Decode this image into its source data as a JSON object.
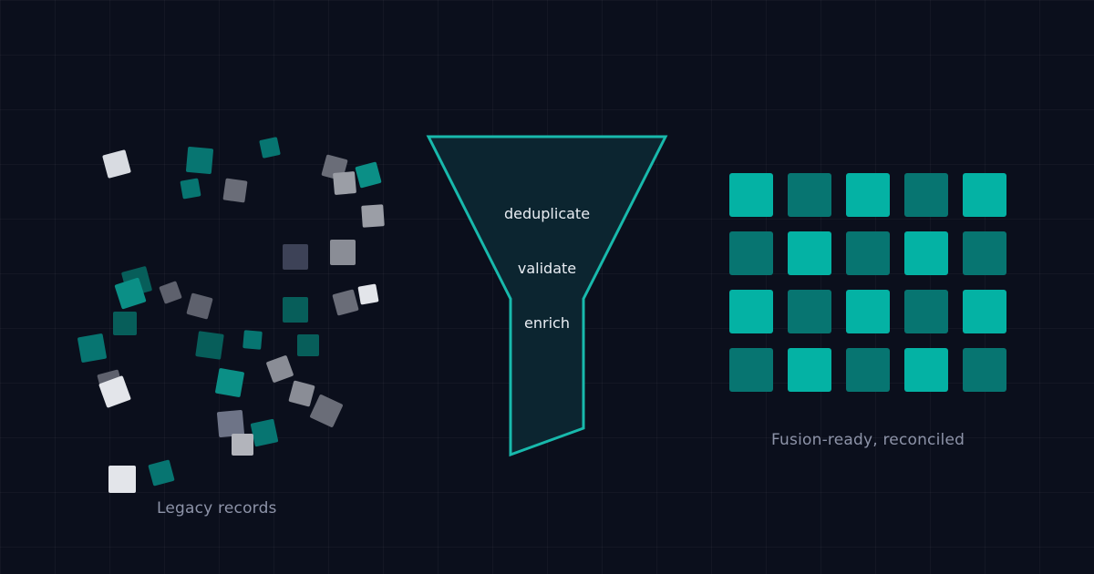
{
  "stages": {
    "left_label": "Legacy records",
    "right_label": "Fusion-ready, reconciled"
  },
  "funnel": {
    "steps": [
      "deduplicate",
      "validate",
      "enrich"
    ]
  },
  "colors": {
    "background": "#0b0f1c",
    "accent_bright": "#04b2a4",
    "accent_dark": "#077571",
    "funnel_stroke": "#18b9ac",
    "funnel_fill": "#0c2530",
    "caption": "#8d93a8",
    "step_text": "#e9edf3"
  },
  "grid": {
    "rows": 4,
    "cols": 5
  }
}
